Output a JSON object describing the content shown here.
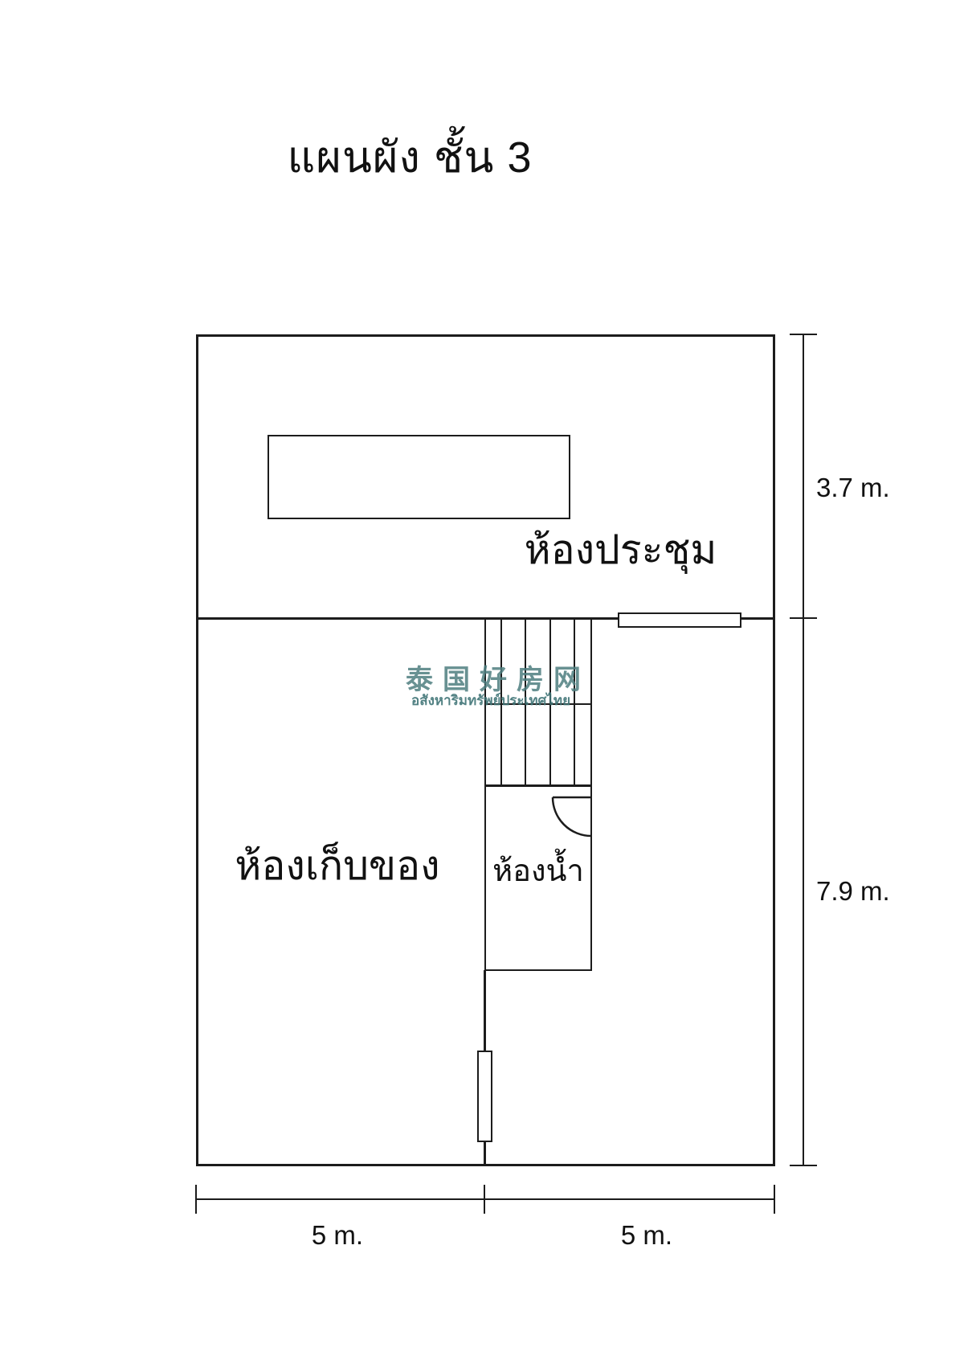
{
  "title": "แผนผัง ชั้น 3",
  "rooms": {
    "meeting": "ห้องประชุม",
    "storage": "ห้องเก็บของ",
    "bathroom": "ห้องน้ำ"
  },
  "dimensions": {
    "upper_right": "3.7 m.",
    "lower_right": "7.9 m.",
    "bottom_left": "5 m.",
    "bottom_right": "5 m."
  },
  "watermark": {
    "cn": "泰国好房网",
    "th": "อสังหาริมทรัพย์ประเทศไทย",
    "color": "#4e7e80"
  },
  "colors": {
    "line": "#1c1c1c",
    "background": "#ffffff"
  }
}
